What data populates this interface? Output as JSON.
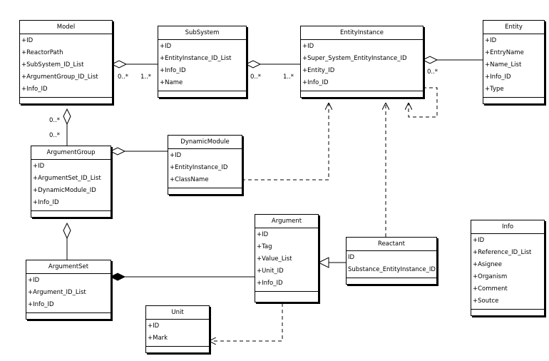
{
  "classes": {
    "model": {
      "title": "Model",
      "attributes": [
        "+ID",
        "+ReactorPath",
        "+SubSystem_ID_List",
        "+ArgumentGroup_ID_List",
        "+Info_ID"
      ]
    },
    "subsystem": {
      "title": "SubSystem",
      "attributes": [
        "+ID",
        "+EntityInstance_ID_List",
        "+Info_ID",
        "+Name"
      ]
    },
    "entity_instance": {
      "title": "EntityInstance",
      "attributes": [
        "+ID",
        "+Super_System_EntityInstance_ID",
        "+Entity_ID",
        "+Info_ID"
      ]
    },
    "entity": {
      "title": "Entity",
      "attributes": [
        "+ID",
        "+EntryName",
        "+Name_List",
        "+Info_ID",
        "+Type"
      ]
    },
    "argument_group": {
      "title": "ArgumentGroup",
      "attributes": [
        "+ID",
        "+ArgumentSet_ID_List",
        "+DynamicModule_ID",
        "+Info_ID"
      ]
    },
    "dynamic_module": {
      "title": "DynamicModule",
      "attributes": [
        "+ID",
        "+EntityInstance_ID",
        "+ClassName"
      ]
    },
    "argument": {
      "title": "Argument",
      "attributes": [
        "+ID",
        "+Tag",
        "+Value_List",
        "+Unit_ID",
        "+Info_ID"
      ]
    },
    "argument_set": {
      "title": "ArgumentSet",
      "attributes": [
        "+ID",
        "+Argument_ID_List",
        "+Info_ID"
      ]
    },
    "reactant": {
      "title": "Reactant",
      "attributes": [
        "ID",
        "Substance_EntityInstance_ID"
      ]
    },
    "unit": {
      "title": "Unit",
      "attributes": [
        "+ID",
        "+Mark"
      ]
    },
    "info": {
      "title": "Info",
      "attributes": [
        "+ID",
        "+Reference_ID_List",
        "+Asignee",
        "+Organism",
        "+Comment",
        "+Soutce"
      ]
    }
  },
  "multiplicities": {
    "model_subsystem_source": "0..*",
    "model_subsystem_target": "1..*",
    "subsystem_instance_source": "0..*",
    "subsystem_instance_target": "1..*",
    "entity_instance_source": "0..*",
    "model_group_source": "0..*",
    "model_group_target": "0..*"
  }
}
